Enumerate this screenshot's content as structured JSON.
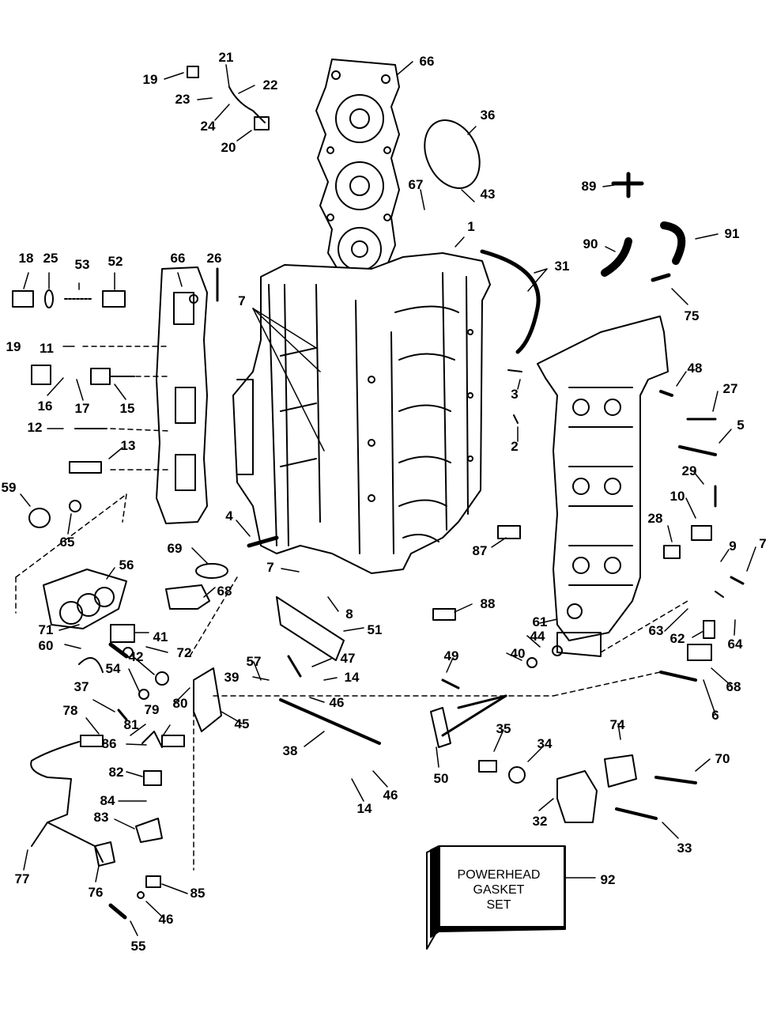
{
  "part_numbers": [
    "19",
    "21",
    "22",
    "23",
    "24",
    "20",
    "66",
    "36",
    "67",
    "43",
    "1",
    "89",
    "90",
    "91",
    "75",
    "31",
    "18",
    "25",
    "53",
    "52",
    "66",
    "26",
    "7",
    "11",
    "19",
    "16",
    "17",
    "15",
    "12",
    "13",
    "59",
    "65",
    "3",
    "2",
    "48",
    "27",
    "5",
    "29",
    "10",
    "28",
    "9",
    "7",
    "4",
    "69",
    "68",
    "87",
    "56",
    "71",
    "41",
    "60",
    "72",
    "42",
    "54",
    "7",
    "8",
    "51",
    "57",
    "47",
    "39",
    "14",
    "46",
    "88",
    "61",
    "44",
    "40",
    "49",
    "63",
    "62",
    "64",
    "68",
    "6",
    "37",
    "78",
    "81",
    "79",
    "86",
    "80",
    "45",
    "38",
    "35",
    "34",
    "74",
    "70",
    "50",
    "46",
    "14",
    "82",
    "84",
    "83",
    "32",
    "33",
    "77",
    "76",
    "85",
    "46",
    "55",
    "92"
  ],
  "gasket_box": {
    "line1": "POWERHEAD",
    "line2": "GASKET",
    "line3": "SET"
  }
}
